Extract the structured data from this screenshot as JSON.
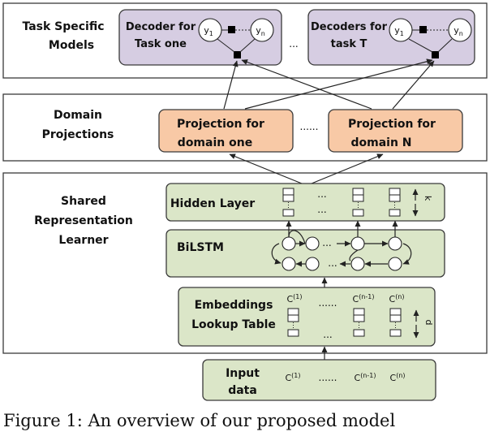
{
  "sections": {
    "task_specific": [
      "Task Specific",
      "Models"
    ],
    "domain_projections": [
      "Domain",
      "Projections"
    ],
    "shared": [
      "Shared",
      "Representation",
      "Learner"
    ]
  },
  "decoders": [
    {
      "label": [
        "Decoder for",
        "Task one"
      ],
      "y1": "y",
      "y1_sub": "1",
      "yn": "y",
      "yn_sub": "n"
    },
    {
      "label": [
        "Decoders for",
        "task T"
      ],
      "y1": "y",
      "y1_sub": "1",
      "yn": "y",
      "yn_sub": "n"
    }
  ],
  "decoder_gap_dots": "...",
  "projections": [
    {
      "label": [
        "Projection for",
        "domain one"
      ]
    },
    {
      "label": [
        "Projection for",
        "domain N"
      ]
    }
  ],
  "projection_gap_dots": "......",
  "hidden_layer": {
    "label": "Hidden Layer",
    "dim": "k",
    "dots": [
      "...",
      "..."
    ]
  },
  "bilstm": {
    "label": "BiLSTM",
    "dots": [
      "...",
      "..."
    ]
  },
  "embeddings": {
    "label": [
      "Embeddings",
      "Lookup Table"
    ],
    "dim": "d",
    "tokens": [
      {
        "c": "C",
        "sup": "(1)"
      },
      {
        "c": "C",
        "sup": "(n-1)"
      },
      {
        "c": "C",
        "sup": "(n)"
      }
    ],
    "gap_dots": "......",
    "dots": "..."
  },
  "input": {
    "label": [
      "Input",
      "data"
    ],
    "tokens": [
      {
        "c": "C",
        "sup": "(1)"
      },
      {
        "c": "C",
        "sup": "(n-1)"
      },
      {
        "c": "C",
        "sup": "(n)"
      }
    ],
    "gap_dots": "......"
  },
  "caption": "Figure 1: An overview of our proposed model"
}
